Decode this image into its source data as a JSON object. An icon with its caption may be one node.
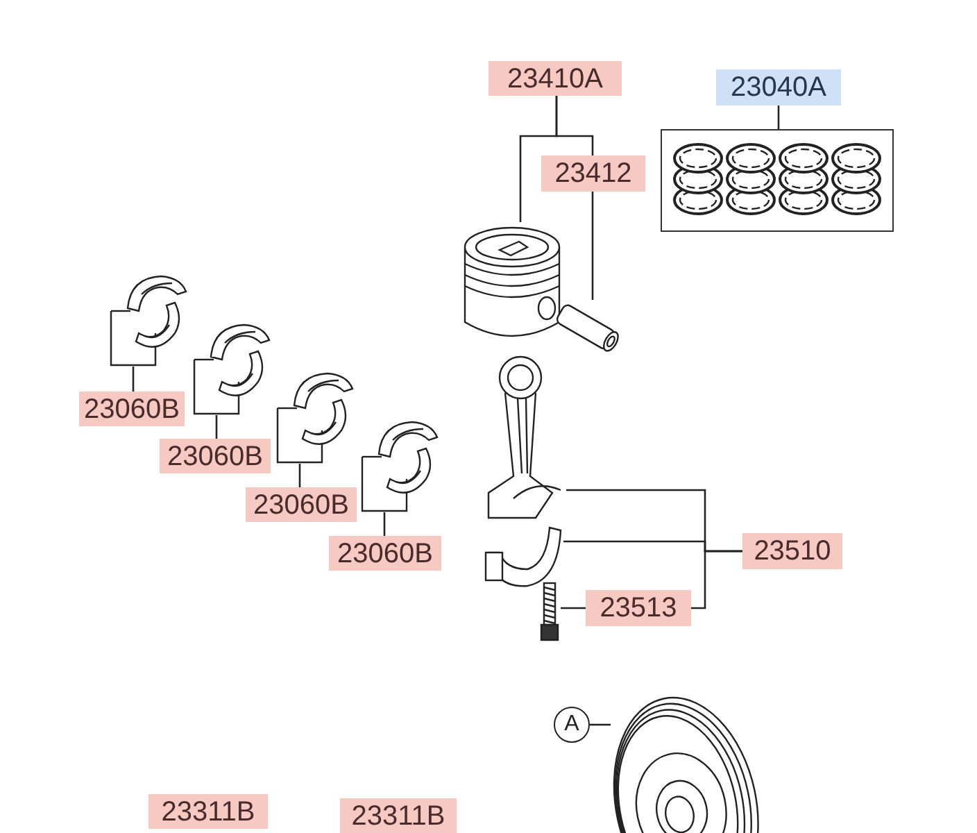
{
  "diagram": {
    "nodes": [
      {
        "text": [
          "23410A"
        ]
      },
      {
        "text": [
          "23412"
        ]
      },
      {
        "text": [],
        "shape": "picture"
      },
      {
        "text": [],
        "shape": "picture"
      },
      {
        "text": [
          "23040A"
        ]
      },
      {
        "text": [],
        "shape": "box"
      },
      {
        "text": [],
        "shape": "picture",
        "in": 5
      },
      {
        "text": [],
        "shape": "picture"
      },
      {
        "text": [
          "23060B"
        ]
      },
      {
        "text": [],
        "shape": "picture"
      },
      {
        "text": [
          "23060B"
        ]
      },
      {
        "text": [],
        "shape": "picture"
      },
      {
        "text": [
          "23060B"
        ]
      },
      {
        "text": [],
        "shape": "picture"
      },
      {
        "text": [
          "23060B"
        ]
      },
      {
        "text": [],
        "shape": "picture"
      },
      {
        "text": [],
        "shape": "picture"
      },
      {
        "text": [
          "23510"
        ]
      },
      {
        "text": [],
        "shape": "picture"
      },
      {
        "text": [
          "23513"
        ]
      },
      {
        "text": [
          "A"
        ]
      },
      {
        "text": [],
        "shape": "picture"
      },
      {
        "text": [
          "23311B"
        ]
      },
      {
        "text": [
          "23311B"
        ]
      }
    ],
    "edges": [
      {
        "from": 0,
        "to": 2,
        "arrow": "none"
      },
      {
        "from": 0,
        "to": 1,
        "arrow": "none"
      },
      {
        "from": 1,
        "to": 3,
        "arrow": "none"
      },
      {
        "from": 4,
        "to": 5,
        "arrow": "none"
      },
      {
        "from": 8,
        "to": 7,
        "arrow": "none"
      },
      {
        "from": 10,
        "to": 9,
        "arrow": "none"
      },
      {
        "from": 12,
        "to": 11,
        "arrow": "none"
      },
      {
        "from": 14,
        "to": 13,
        "arrow": "none"
      },
      {
        "from": 17,
        "to": 15,
        "arrow": "none"
      },
      {
        "from": 17,
        "to": 16,
        "arrow": "none"
      },
      {
        "from": 17,
        "to": 19,
        "arrow": "none"
      },
      {
        "from": 19,
        "to": 18,
        "arrow": "none"
      },
      {
        "from": 20,
        "to": 21,
        "arrow": "none"
      }
    ]
  }
}
